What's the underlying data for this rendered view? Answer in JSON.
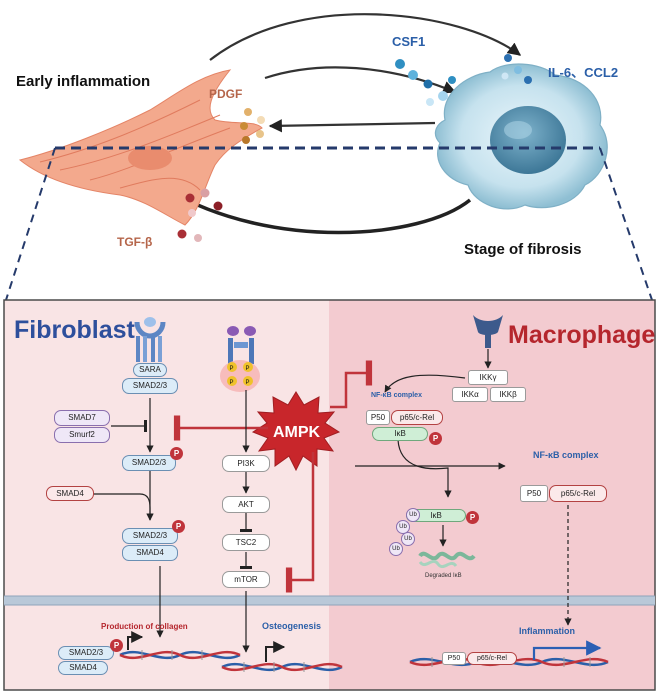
{
  "top": {
    "early_inflammation": "Early inflammation",
    "stage_of_fibrosis": "Stage of fibrosis",
    "csf1": "CSF1",
    "il6_ccl2": "IL-6、CCL2",
    "pdgf": "PDGF",
    "tgfb": "TGF-β"
  },
  "fibroblast": {
    "title": "Fibroblast",
    "sara": "SARA",
    "smad23_receptor": "SMAD2/3",
    "smad7": "SMAD7",
    "smurf2": "Smurf2",
    "smad23_p": "SMAD2/3",
    "smad4": "SMAD4",
    "complex_smad23": "SMAD2/3",
    "complex_smad4": "SMAD4",
    "production": "Production of collagen",
    "dna_smad23": "SMAD2/3",
    "dna_smad4": "SMAD4"
  },
  "center": {
    "ampk": "AMPK",
    "pi3k": "PI3K",
    "akt": "AKT",
    "tsc2": "TSC2",
    "mtor": "mTOR",
    "osteogenesis": "Osteogenesis",
    "p_label": "P"
  },
  "macrophage": {
    "title": "Macrophage",
    "ikkg": "IKKγ",
    "ikka": "IKKα",
    "ikkb": "IKKβ",
    "nfkb_small_label": "NF-κB complex",
    "p50": "P50",
    "p65_crel": "p65/c-Rel",
    "ikb": "IκB",
    "nfkb_complex_label": "NF-κB complex",
    "p50_free": "P50",
    "p65_crel_free": "p65/c-Rel",
    "ub": "Ub",
    "ikb_ub": "IκB",
    "degraded": "Degraded IκB",
    "inflammation": "Inflammation",
    "dna_p50": "P50",
    "dna_p65": "p65/c-Rel"
  },
  "colors": {
    "fibroblast_bg": "#f9e4e5",
    "macrophage_bg": "#f3cbd0",
    "fibroblast_title": "#2e4f9c",
    "macrophage_title": "#b5262d",
    "ampk": "#c8262b",
    "inhibit": "#c0343b"
  }
}
